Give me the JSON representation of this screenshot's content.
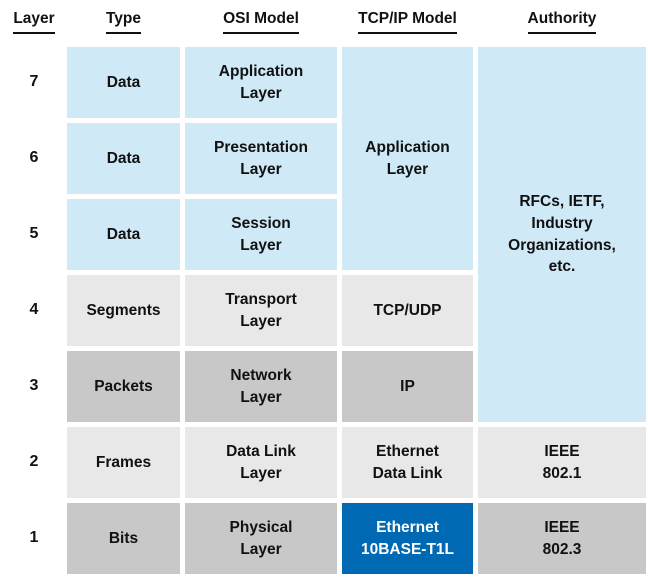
{
  "columns": {
    "layer": "Layer",
    "type": "Type",
    "osi": "OSI Model",
    "tcpip": "TCP/IP Model",
    "authority": "Authority"
  },
  "rows": [
    {
      "layer": "7",
      "type": "Data",
      "osi": "Application\nLayer"
    },
    {
      "layer": "6",
      "type": "Data",
      "osi": "Presentation\nLayer"
    },
    {
      "layer": "5",
      "type": "Data",
      "osi": "Session\nLayer"
    },
    {
      "layer": "4",
      "type": "Segments",
      "osi": "Transport\nLayer",
      "tcpip": "TCP/UDP"
    },
    {
      "layer": "3",
      "type": "Packets",
      "osi": "Network\nLayer",
      "tcpip": "IP"
    },
    {
      "layer": "2",
      "type": "Frames",
      "osi": "Data Link\nLayer",
      "tcpip": "Ethernet\nData Link",
      "authority": "IEEE\n802.1"
    },
    {
      "layer": "1",
      "type": "Bits",
      "osi": "Physical\nLayer",
      "tcpip": "Ethernet\n10BASE-T1L",
      "authority": "IEEE\n802.3"
    }
  ],
  "merged": {
    "tcpip_application": "Application\nLayer",
    "authority_rfc": "RFCs, IETF,\nIndustry\nOrganizations,\netc."
  },
  "colors": {
    "light_blue": "#cfe9f6",
    "light_gray": "#e8e8e8",
    "medium_gray": "#c8c8c8",
    "accent_blue": "#0069b4",
    "text": "#111111"
  }
}
